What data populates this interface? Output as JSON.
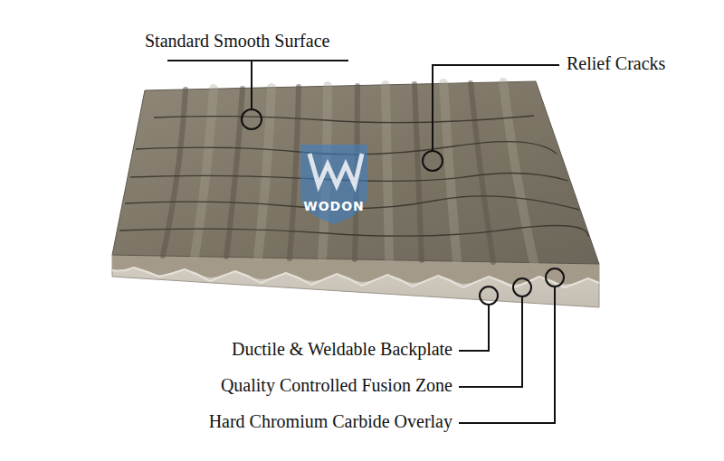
{
  "diagram": {
    "labels": [
      "Standard Smooth Surface",
      "Relief Cracks",
      "WODON",
      "Ductile & Weldable Backplate",
      "Quality Controlled Fusion Zone",
      "Hard Chromium Carbide Overlay"
    ]
  }
}
